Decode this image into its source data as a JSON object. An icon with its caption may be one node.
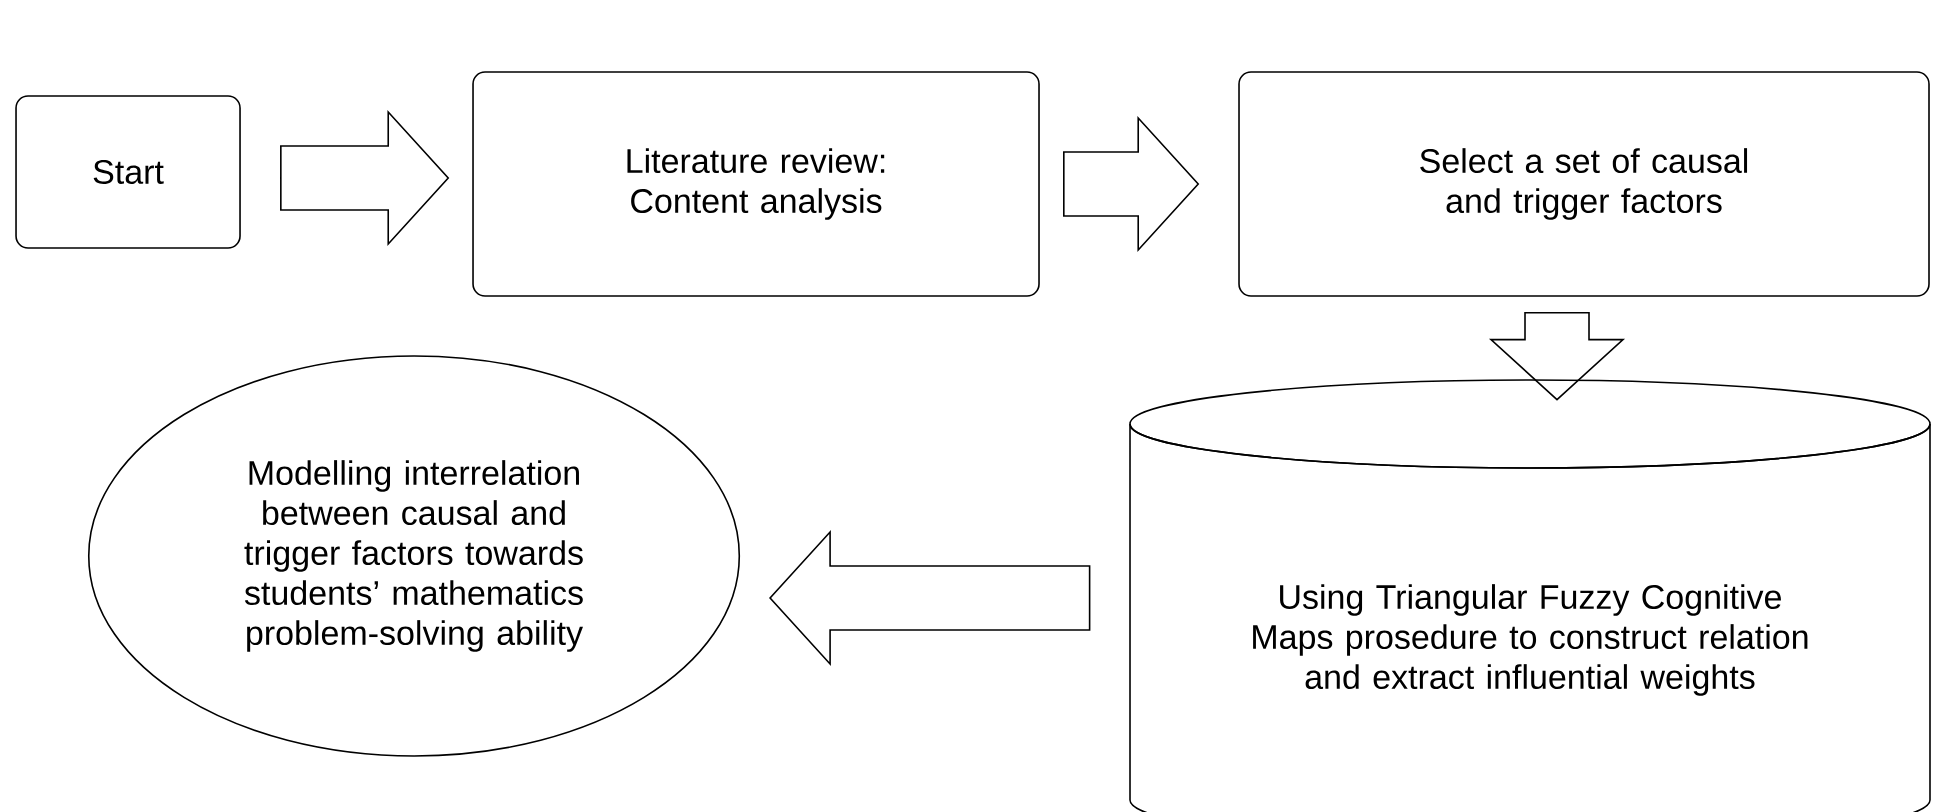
{
  "diagram": {
    "nodes": [
      {
        "text": [
          "Start"
        ]
      },
      {
        "text": [
          "Literature review: Content analysis"
        ]
      },
      {
        "text": [
          "Select a set of causal and trigger factors"
        ]
      },
      {
        "text": [
          "Using Triangular Fuzzy Cognitive Maps prosedure to construct relation and extract influential weights"
        ]
      },
      {
        "text": [
          "Modelling interrelation between causal and trigger factors towards students’ mathematics problem-solving ability"
        ]
      }
    ],
    "edges": [
      {
        "from": 0,
        "to": 1,
        "arrow": "to"
      },
      {
        "from": 1,
        "to": 2,
        "arrow": "to"
      },
      {
        "from": 2,
        "to": 3,
        "arrow": "to"
      },
      {
        "from": 3,
        "to": 4,
        "arrow": "to"
      }
    ]
  }
}
